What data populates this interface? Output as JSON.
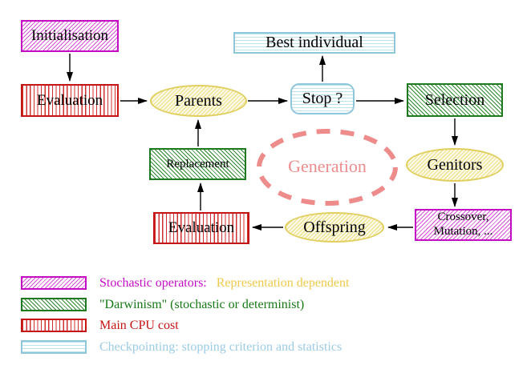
{
  "nodes": {
    "initialisation": {
      "label": "Initialisation"
    },
    "evaluation_top": {
      "label": "Evaluation"
    },
    "parents": {
      "label": "Parents"
    },
    "best_individual": {
      "label": "Best individual"
    },
    "stop": {
      "label": "Stop ?"
    },
    "selection": {
      "label": "Selection"
    },
    "genitors": {
      "label": "Genitors"
    },
    "crossover_mutation": {
      "line1": "Crossover,",
      "line2": "Mutation, ..."
    },
    "offspring": {
      "label": "Offspring"
    },
    "evaluation_bottom": {
      "label": "Evaluation"
    },
    "replacement": {
      "label": "Replacement"
    },
    "generation": {
      "label": "Generation"
    }
  },
  "legend": {
    "stochastic": {
      "label": "Stochastic operators:",
      "suffix": "Representation dependent"
    },
    "darwinism": {
      "label": "\"Darwinism\" (stochastic or determinist)"
    },
    "cpu": {
      "label": "Main CPU cost"
    },
    "checkpointing": {
      "label": "Checkpointing: stopping criterion and statistics"
    }
  },
  "colors": {
    "magenta": "#c40cc4",
    "green": "#1e7a1e",
    "red": "#c41414",
    "cyan_border": "#8ec6da",
    "cyan_text": "#9ccbe4",
    "yellow_node_border": "#e0cf5e",
    "yellow_text": "#eec94a",
    "salmon": "#ee8c8c",
    "arrow": "#000000"
  }
}
